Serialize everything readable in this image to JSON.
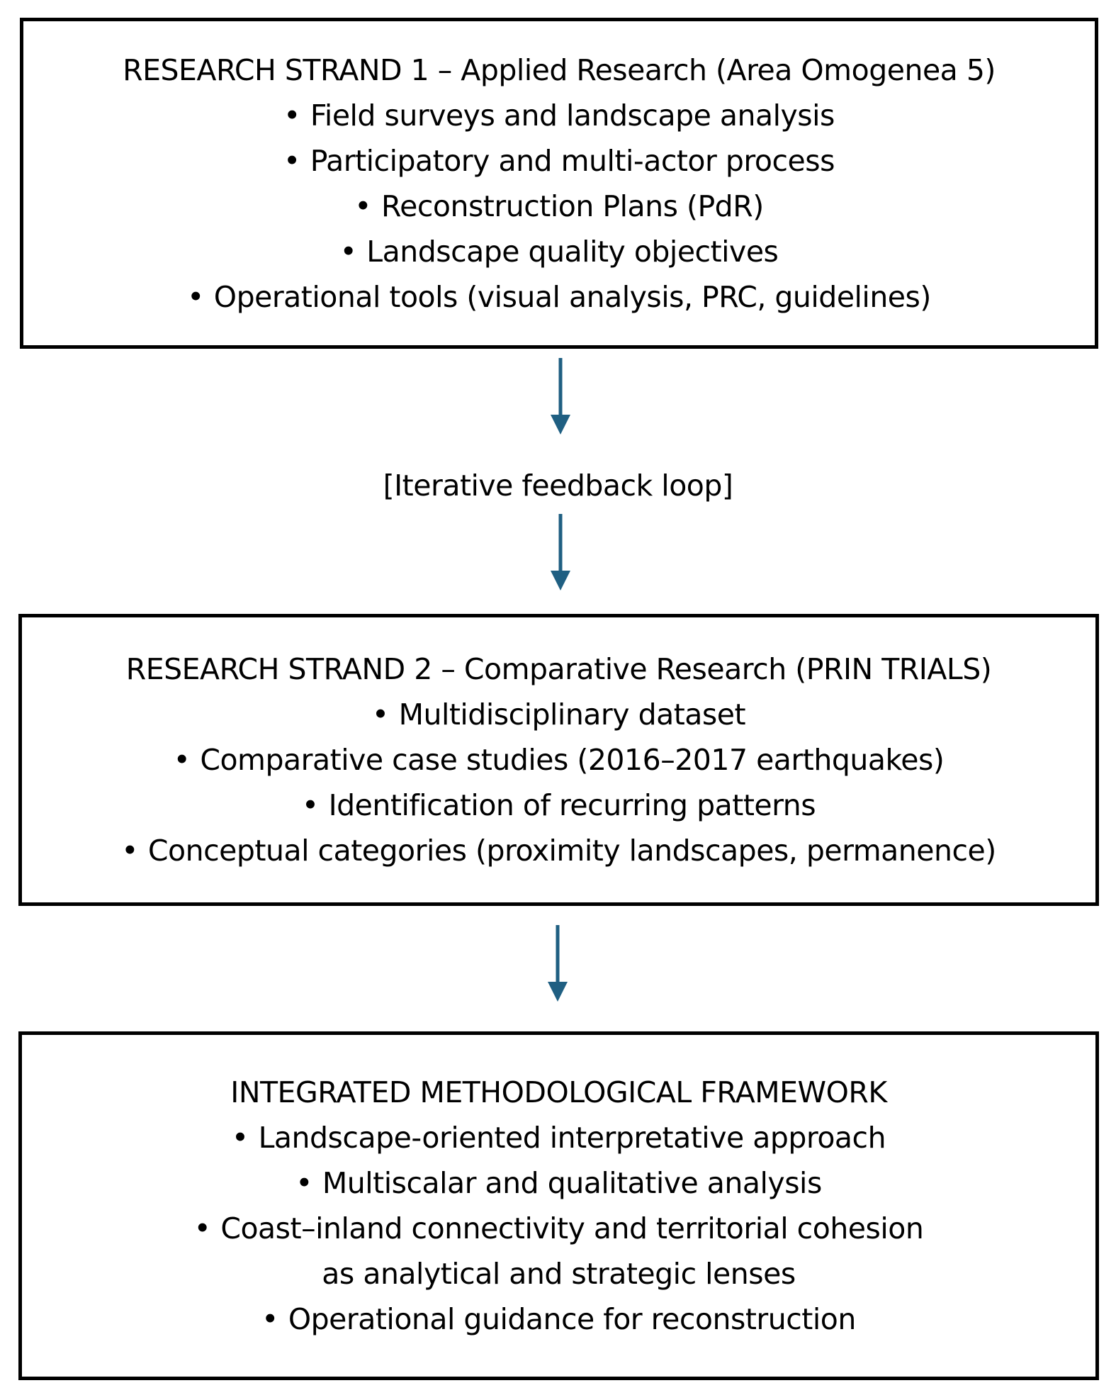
{
  "colors": {
    "border": "#000000",
    "arrow": "#1f5f82",
    "background": "#ffffff"
  },
  "strand1": {
    "title": "RESEARCH STRAND 1 – Applied Research (Area Omogenea 5)",
    "items": [
      "Field surveys and landscape analysis",
      "Participatory and multi-actor process",
      "Reconstruction Plans (PdR)",
      "Landscape quality objectives",
      "Operational tools (visual analysis, PRC, guidelines)"
    ]
  },
  "feedback_label": "[Iterative feedback loop]",
  "strand2": {
    "title": "RESEARCH STRAND 2 – Comparative Research (PRIN TRIALS)",
    "items": [
      "Multidisciplinary dataset",
      "Comparative case studies (2016–2017 earthquakes)",
      "Identification of recurring patterns",
      "Conceptual categories (proximity landscapes, permanence)"
    ]
  },
  "framework": {
    "title": "INTEGRATED METHODOLOGICAL FRAMEWORK",
    "items": [
      "Landscape-oriented interpretative approach",
      "Multiscalar and qualitative analysis",
      "Coast–inland connectivity and territorial cohesion",
      "Operational guidance for reconstruction"
    ],
    "item3_continuation": "as analytical and strategic lenses"
  },
  "bullet": "•"
}
